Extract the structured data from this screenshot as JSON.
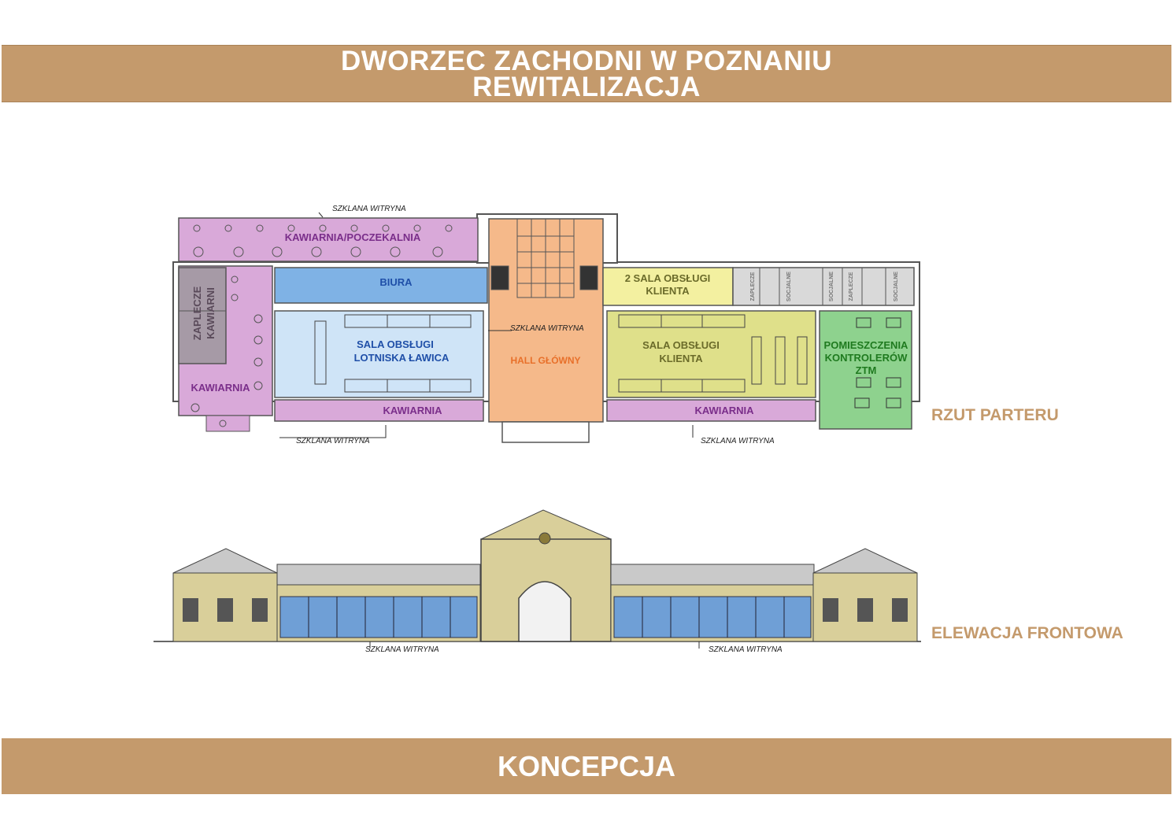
{
  "header": {
    "line1": "DWORZEC ZACHODNI W POZNANIU",
    "line2": "REWITALIZACJA"
  },
  "footer": {
    "title": "KONCEPCJA"
  },
  "views": {
    "plan_label": "RZUT PARTERU",
    "elevation_label": "ELEWACJA FRONTOWA"
  },
  "plan": {
    "glass_top": "SZKLANA WITRYNA",
    "glass_bottom_left": "SZKLANA WITRYNA",
    "glass_bottom_right": "SZKLANA WITRYNA",
    "glass_hall": "SZKLANA WITRYNA",
    "rooms": {
      "cafe_waiting": "KAWIARNIA/POCZEKALNIA",
      "offices": "BIURA",
      "cafe_backroom_1": "ZAPLECZE",
      "cafe_backroom_2": "KAWIARNI",
      "cafe_left": "KAWIARNIA",
      "airport_hall_1": "SALA OBSŁUGI",
      "airport_hall_2": "LOTNISKA ŁAWICA",
      "cafe_bottom_left": "KAWIARNIA",
      "main_hall": "HALL GŁÓWNY",
      "service_room2_1": "2 SALA OBSŁUGI",
      "service_room2_2": "KLIENTA",
      "service_room_1": "SALA OBSŁUGI",
      "service_room_2": "KLIENTA",
      "cafe_bottom_right": "KAWIARNIA",
      "controllers_1": "POMIESZCZENIA",
      "controllers_2": "KONTROLERÓW",
      "controllers_3": "ZTM",
      "back_1": "ZAPLECZE",
      "social_1": "SOCJALNE",
      "social_2": "SOCJALNE",
      "back_2": "ZAPLECZE",
      "social_3": "SOCJALNE"
    },
    "colors": {
      "cafe": "#d9a9d9",
      "offices": "#7fb2e5",
      "backroom": "#a69aa6",
      "airport": "#cfe4f7",
      "hall": "#f5b98a",
      "service2": "#f3f0a0",
      "service": "#dfe08a",
      "controllers": "#8ed28e",
      "social": "#d9d9d9",
      "cafe_text": "#7a2e8a",
      "blue_text": "#1f4fa8",
      "hall_text": "#e8702a",
      "green_text": "#1f7a1f",
      "service_text": "#6b6b2a"
    }
  },
  "elevation": {
    "glass_left": "SZKLANA WITRYNA",
    "glass_right": "SZKLANA WITRYNA",
    "colors": {
      "wall": "#d9cf9a",
      "roof": "#c9c9c9",
      "glass": "#6f9fd6"
    }
  }
}
